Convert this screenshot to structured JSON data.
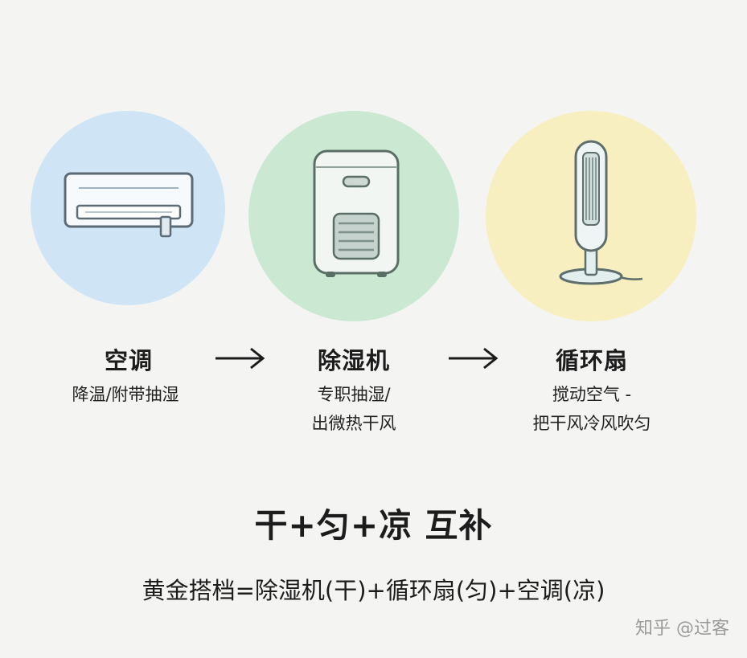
{
  "colors": {
    "background": "#f4f5f3",
    "ac_circle": "#cfe5f5",
    "dehumidifier_circle": "#cbe9d2",
    "fan_circle": "#f7efbf",
    "text": "#1c1c1c"
  },
  "devices": [
    {
      "icon": "air-conditioner-icon",
      "name": "空调",
      "desc_lines": [
        "降温/附带抽湿"
      ]
    },
    {
      "icon": "dehumidifier-icon",
      "name": "除湿机",
      "desc_lines": [
        "专职抽湿/",
        "出微热干风"
      ]
    },
    {
      "icon": "tower-fan-icon",
      "name": "循环扇",
      "desc_lines": [
        "搅动空气 -",
        "把干风冷风吹匀"
      ]
    }
  ],
  "slogan": "干+匀+凉 互补",
  "summary": "黄金搭档=除湿机(干)+循环扇(匀)+空调(凉)",
  "watermark": "知乎 @过客"
}
